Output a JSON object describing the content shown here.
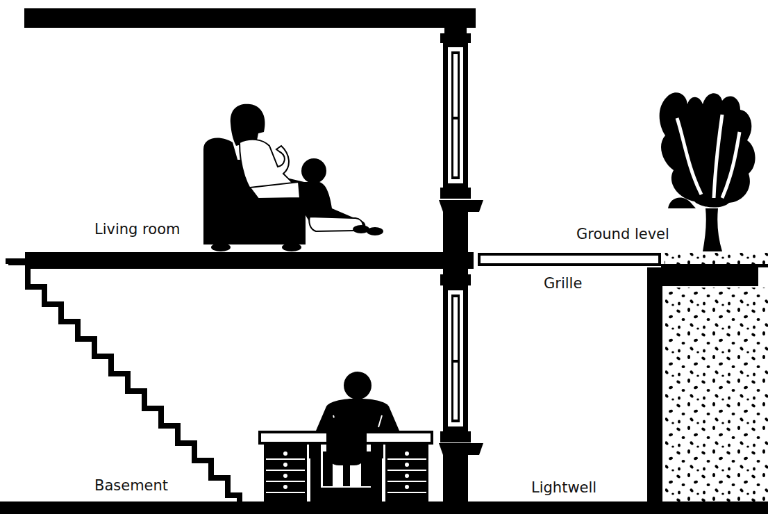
{
  "diagram": {
    "labels": [
      "Living room",
      "Ground level",
      "Grille",
      "Basement",
      "Lightwell"
    ]
  }
}
